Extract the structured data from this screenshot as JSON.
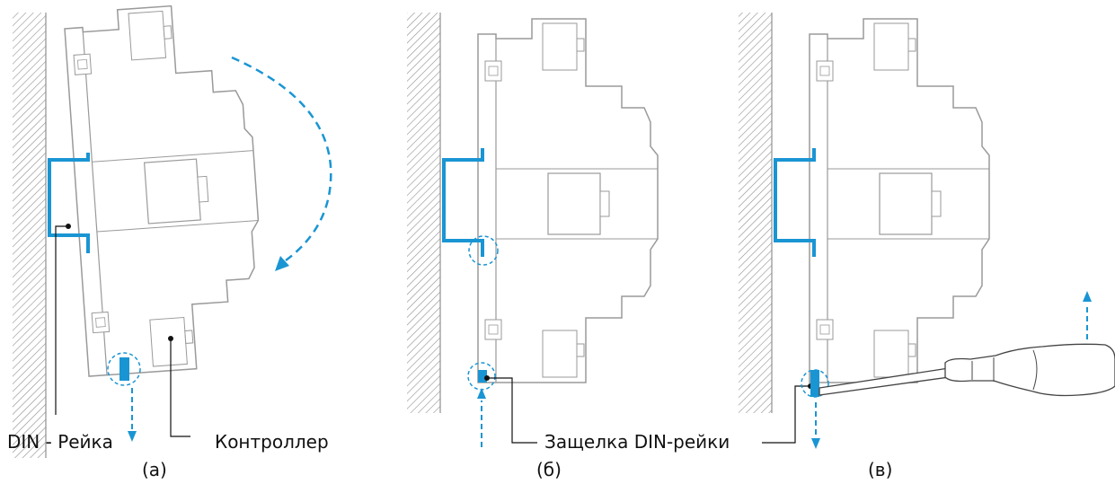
{
  "labels": {
    "din_rail": "DIN - Рейка",
    "controller": "Контроллер",
    "din_latch": "Защелка DIN-рейки"
  },
  "captions": {
    "a": "(а)",
    "b": "(б)",
    "c": "(в)"
  },
  "colors": {
    "accent": "#1a95d3",
    "outline": "#9a9a9a",
    "hatch": "#8f8f8f",
    "leader": "#111111"
  }
}
